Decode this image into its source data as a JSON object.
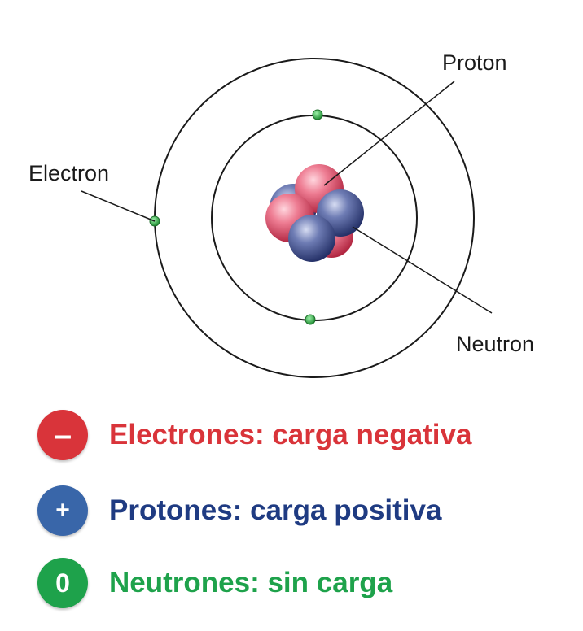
{
  "diagram": {
    "labels": {
      "proton": "Proton",
      "electron": "Electron",
      "neutron": "Neutron"
    },
    "colors": {
      "proton": "#d84760",
      "neutron": "#3e4e86",
      "electron": "#2aa040",
      "orbit": "#1a1a1a"
    }
  },
  "legend": [
    {
      "symbol": "–",
      "text": "Electrones: carga negativa",
      "badge_color": "#d9343a",
      "text_color": "#d9343a"
    },
    {
      "symbol": "+",
      "text": "Protones: carga positiva",
      "badge_color": "#3966a9",
      "text_color": "#1f3b82"
    },
    {
      "symbol": "0",
      "text": "Neutrones: sin carga",
      "badge_color": "#1ea24b",
      "text_color": "#1ea24b"
    }
  ]
}
